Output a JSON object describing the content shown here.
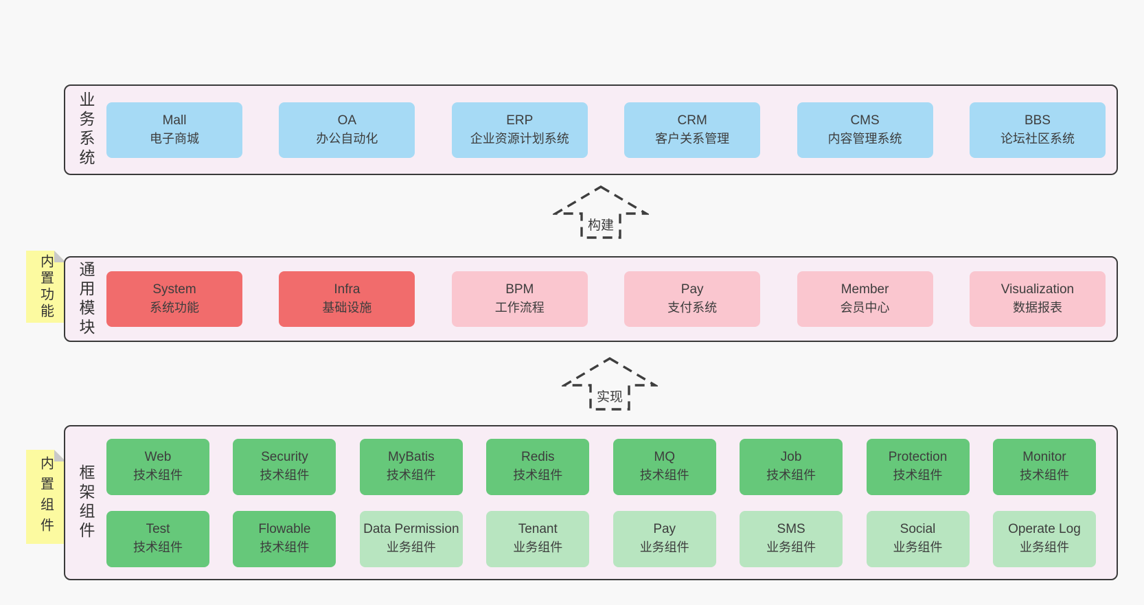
{
  "colors": {
    "page_bg": "#f8f8f8",
    "section_bg": "#f8edf5",
    "section_border": "#3a3a3a",
    "box_blue": "#a6daf5",
    "box_red": "#f16c6c",
    "box_pink": "#fac6cf",
    "box_green": "#66c87a",
    "box_light_green": "#b8e5c0",
    "note_yellow": "#fcfaa0",
    "note_fold_gray": "#c9c9c9",
    "text": "#3d3d3d"
  },
  "sections": {
    "business": {
      "label": "业务系统",
      "boxes": [
        {
          "name": "Mall",
          "desc": "电子商城",
          "variant": "blue"
        },
        {
          "name": "OA",
          "desc": "办公自动化",
          "variant": "blue"
        },
        {
          "name": "ERP",
          "desc": "企业资源计划系统",
          "variant": "blue"
        },
        {
          "name": "CRM",
          "desc": "客户关系管理",
          "variant": "blue"
        },
        {
          "name": "CMS",
          "desc": "内容管理系统",
          "variant": "blue"
        },
        {
          "name": "BBS",
          "desc": "论坛社区系统",
          "variant": "blue"
        }
      ]
    },
    "modules": {
      "label": "通用模块",
      "note": "内置功能",
      "boxes": [
        {
          "name": "System",
          "desc": "系统功能",
          "variant": "red"
        },
        {
          "name": "Infra",
          "desc": "基础设施",
          "variant": "red"
        },
        {
          "name": "BPM",
          "desc": "工作流程",
          "variant": "pink"
        },
        {
          "name": "Pay",
          "desc": "支付系统",
          "variant": "pink"
        },
        {
          "name": "Member",
          "desc": "会员中心",
          "variant": "pink"
        },
        {
          "name": "Visualization",
          "desc": "数据报表",
          "variant": "pink"
        }
      ]
    },
    "framework": {
      "label": "框架组件",
      "note": "内置组件",
      "row1": [
        {
          "name": "Web",
          "desc": "技术组件",
          "variant": "green"
        },
        {
          "name": "Security",
          "desc": "技术组件",
          "variant": "green"
        },
        {
          "name": "MyBatis",
          "desc": "技术组件",
          "variant": "green"
        },
        {
          "name": "Redis",
          "desc": "技术组件",
          "variant": "green"
        },
        {
          "name": "MQ",
          "desc": "技术组件",
          "variant": "green"
        },
        {
          "name": "Job",
          "desc": "技术组件",
          "variant": "green"
        },
        {
          "name": "Protection",
          "desc": "技术组件",
          "variant": "green"
        },
        {
          "name": "Monitor",
          "desc": "技术组件",
          "variant": "green"
        }
      ],
      "row2": [
        {
          "name": "Test",
          "desc": "技术组件",
          "variant": "green"
        },
        {
          "name": "Flowable",
          "desc": "技术组件",
          "variant": "green"
        },
        {
          "name": "Data Permission",
          "desc": "业务组件",
          "variant": "lgreen"
        },
        {
          "name": "Tenant",
          "desc": "业务组件",
          "variant": "lgreen"
        },
        {
          "name": "Pay",
          "desc": "业务组件",
          "variant": "lgreen"
        },
        {
          "name": "SMS",
          "desc": "业务组件",
          "variant": "lgreen"
        },
        {
          "name": "Social",
          "desc": "业务组件",
          "variant": "lgreen"
        },
        {
          "name": "Operate Log",
          "desc": "业务组件",
          "variant": "lgreen"
        }
      ]
    }
  },
  "arrows": [
    {
      "label": "构建"
    },
    {
      "label": "实现"
    }
  ]
}
